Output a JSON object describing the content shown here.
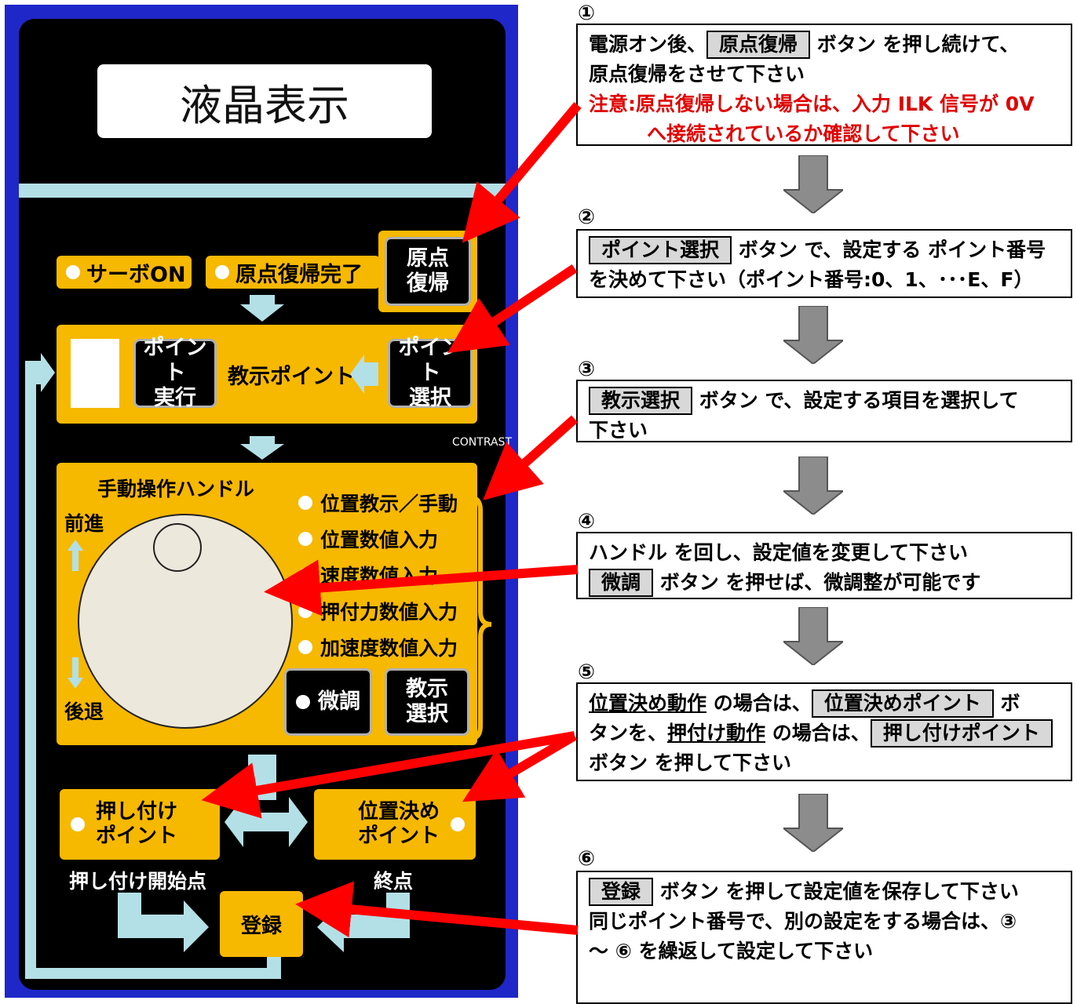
{
  "panel": {
    "lcd": "液晶表示",
    "servo_on": "サーボON",
    "home_done": "原点復帰完了",
    "home_button": "原点\n復帰",
    "point_exec_button": "ポイント\n実行",
    "teach_point": "教示ポイント",
    "point_select_button": "ポイント\n選択",
    "contrast": "CONTRAST",
    "handle_title": "手動操作ハンドル",
    "forward": "前進",
    "backward": "後退",
    "modes": [
      "位置教示／手動",
      "位置数値入力",
      "速度数値入力",
      "押付力数値入力",
      "加速度数値入力"
    ],
    "fine_button": "微調",
    "teach_select_button": "教示\n選択",
    "push_point_button": "押し付け\nポイント",
    "position_point_button": "位置決め\nポイント",
    "push_start": "押し付け開始点",
    "end_point": "終点",
    "register_button": "登録"
  },
  "steps": [
    {
      "num": "①",
      "line1_pre": "電源オン後、",
      "button": "原点復帰",
      "line1_post": " ボタン を押し続けて、",
      "line2": "原点復帰をさせて下さい",
      "note1": "注意:原点復帰しない場合は、入力 ILK 信号が 0V",
      "note2": "へ接続されているか確認して下さい"
    },
    {
      "num": "②",
      "button": "ポイント選択",
      "line1_post": " ボタン で、設定する ポイント番号",
      "line2": "を決めて下さい（ポイント番号:0、1、･･･E、F）"
    },
    {
      "num": "③",
      "button": "教示選択",
      "line1_post": " ボタン で、設定する項目を選択して",
      "line2": "下さい"
    },
    {
      "num": "④",
      "line1": "ハンドル を回し、設定値を変更して下さい",
      "button": "微調",
      "line2_post": " ボタン を押せば、微調整が可能です"
    },
    {
      "num": "⑤",
      "u1": "位置決め動作",
      "t1": " の場合は、",
      "button1": "位置決めポイント",
      "t2": " ボ",
      "t3": "タンを、",
      "u2": "押付け動作",
      "t4": " の場合は、",
      "button2": "押し付けポイント",
      "t5": "ボタン を押して下さい"
    },
    {
      "num": "⑥",
      "button": "登録",
      "line1_post": " ボタン を押して設定値を保存して下さい",
      "line2": "同じポイント番号で、別の設定をする場合は、③",
      "line3": "～ ⑥ を繰返して設定して下さい"
    }
  ]
}
